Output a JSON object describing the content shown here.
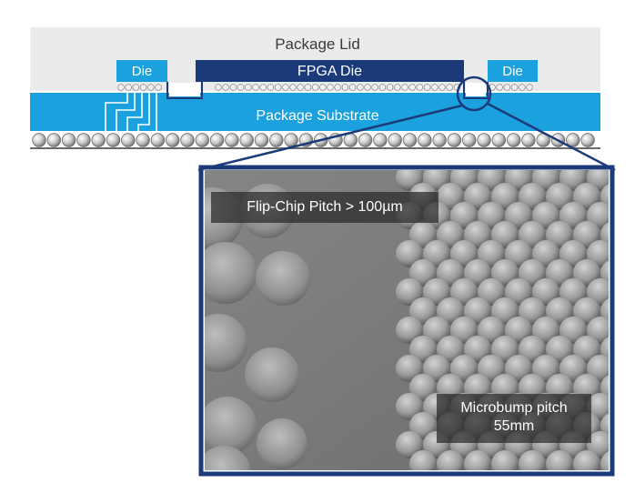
{
  "labels": {
    "package_lid": "Package Lid",
    "fpga_die": "FPGA Die",
    "die_left": "Die",
    "die_right": "Die",
    "package_substrate": "Package Substrate"
  },
  "callouts": {
    "flip_chip_pitch": "Flip-Chip Pitch > 100µm",
    "microbump_line1": "Microbump pitch",
    "microbump_line2": "55mm"
  },
  "colors": {
    "accent_blue": "#1ba1de",
    "dark_navy": "#1b3a7a",
    "lid_grey": "#e9ebed"
  }
}
